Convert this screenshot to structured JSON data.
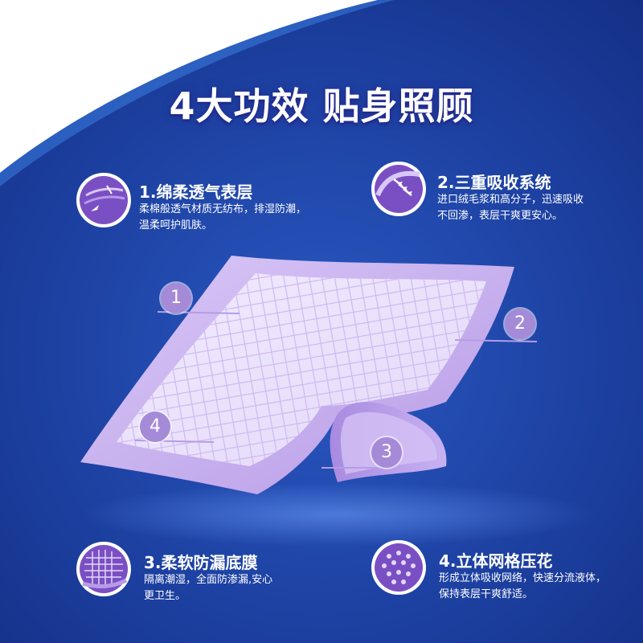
{
  "headline": "4大功效 贴身照顾",
  "features": [
    {
      "title": "1.绵柔透气表层",
      "desc_line1": "柔棉般透气材质无纺布，排湿防潮，",
      "desc_line2": "温柔呵护肌肤。",
      "icon": "fabric-layer-icon"
    },
    {
      "title": "2.三重吸收系统",
      "desc_line1": "进口绒毛浆和高分子，迅速吸收",
      "desc_line2": "不回渗，表层干爽更安心。",
      "icon": "absorb-arrows-icon"
    },
    {
      "title": "3.柔软防漏底膜",
      "desc_line1": "隔离潮湿，全面防渗漏,安心",
      "desc_line2": "更卫生。",
      "icon": "grid-film-icon"
    },
    {
      "title": "4.立体网格压花",
      "desc_line1": "形成立体吸收网络，快速分流液体，",
      "desc_line2": "保持表层干爽舒适。",
      "icon": "droplet-pattern-icon"
    }
  ],
  "markers": [
    "1",
    "2",
    "3",
    "4"
  ],
  "colors": {
    "background": "#1d3f9e",
    "purple": "#7b4fc4",
    "pad": "#c9b6f0",
    "white_band": "#ffffff"
  }
}
